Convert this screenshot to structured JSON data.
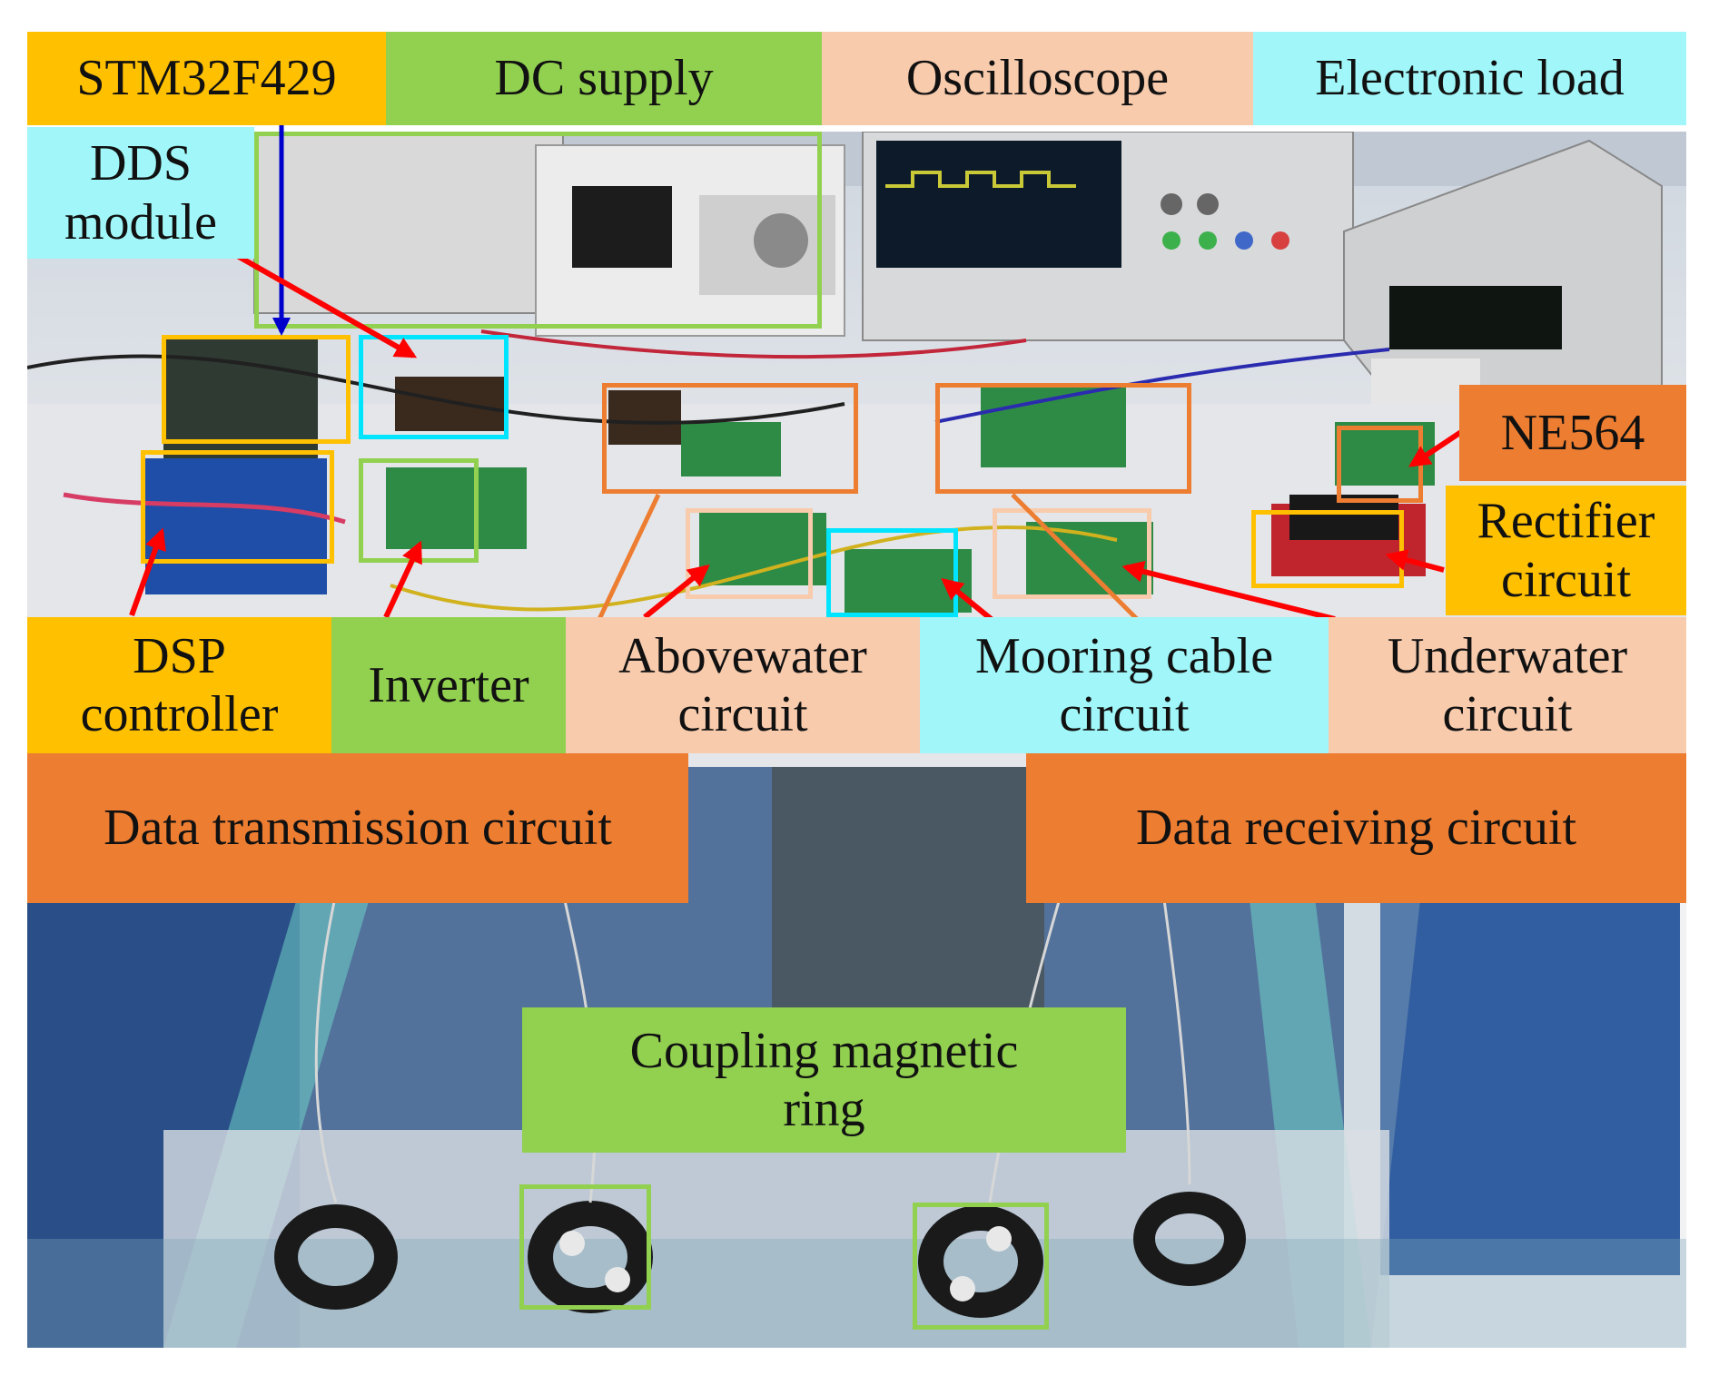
{
  "colors": {
    "yellow": "#FFC000",
    "green": "#92D050",
    "peach": "#F8CBAD",
    "cyan": "#A0F6F8",
    "orange": "#ED7D31",
    "red_arrow": "#FF0000",
    "blue_arrow": "#0000CC",
    "box_cyan": "#00E5FF"
  },
  "labels": {
    "stm32": "STM32F429",
    "dc_supply": "DC supply",
    "oscilloscope": "Oscilloscope",
    "electronic_load": "Electronic load",
    "dds_module": "DDS\nmodule",
    "ne564": "NE564",
    "rectifier": "Rectifier\ncircuit",
    "dsp_controller": "DSP\ncontroller",
    "inverter": "Inverter",
    "abovewater": "Abovewater\ncircuit",
    "mooring": "Mooring cable\ncircuit",
    "underwater": "Underwater\ncircuit",
    "data_tx": "Data transmission circuit",
    "data_rx": "Data receiving circuit",
    "coupling_ring": "Coupling magnetic\nring"
  }
}
